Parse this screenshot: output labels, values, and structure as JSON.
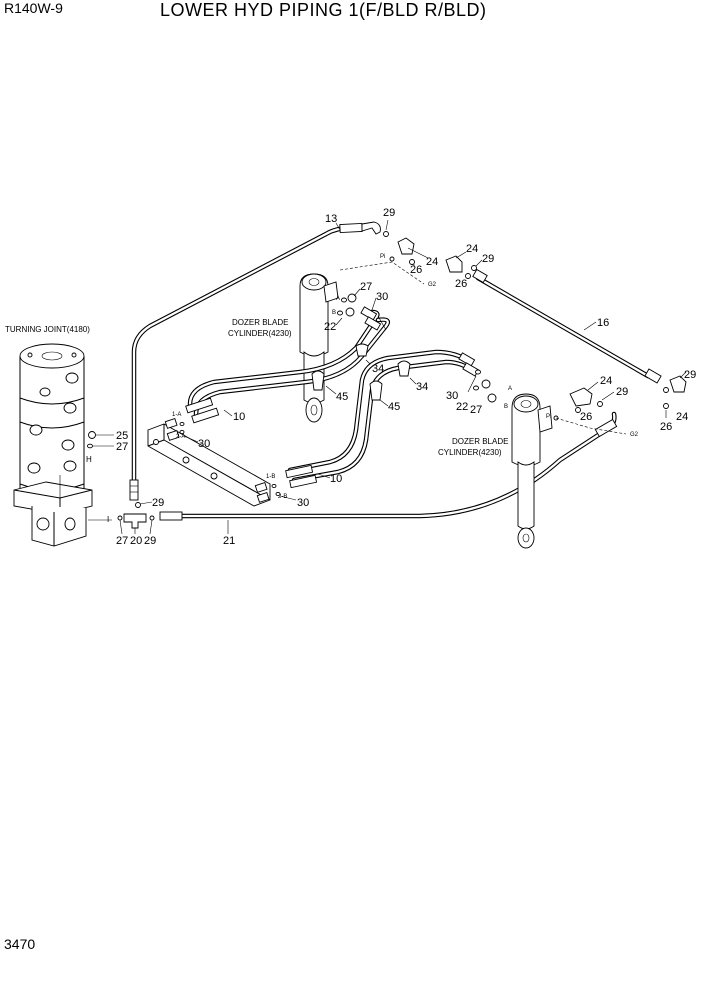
{
  "header": {
    "model": "R140W-9",
    "title": "LOWER HYD PIPING 1(F/BLD R/BLD)"
  },
  "page_number": "3470",
  "components": {
    "turning_joint": "TURNING JOINT(4180)",
    "dozer_cylinder_left": [
      "DOZER BLADE",
      "CYLINDER(4230)"
    ],
    "dozer_cylinder_right": [
      "DOZER BLADE",
      "CYLINDER(4230)"
    ]
  },
  "callouts": {
    "c13": "13",
    "c29a": "29",
    "c24a": "24",
    "c26a": "26",
    "c24b": "24",
    "c29b": "29",
    "c26b": "26",
    "c27a": "27",
    "c30a": "30",
    "c22a": "22",
    "c16": "16",
    "c34a": "34",
    "c45a": "45",
    "c34b": "34",
    "c45b": "45",
    "c10a": "10",
    "c30b": "30",
    "c10b": "10",
    "c30c": "30",
    "c25": "25",
    "c27b": "27",
    "c29c": "29",
    "c27c": "27",
    "c20": "20",
    "c29d": "29",
    "c21": "21",
    "c30d": "30",
    "c22b": "22",
    "c27d": "27",
    "c24c": "24",
    "c29e": "29",
    "c26c": "26",
    "c29f": "29",
    "c24d": "24",
    "c26d": "26"
  },
  "port_labels": {
    "pi_left": "Pi",
    "g2_left": "G2",
    "a_left": "A",
    "b_left": "B",
    "one_a": "1-A",
    "two_a": "2-A",
    "one_b": "1-B",
    "two_b": "2-B",
    "pi_right": "Pi",
    "g2_right": "G2",
    "a_right": "A",
    "b_right": "B",
    "h_port": "H",
    "i_port": "I"
  }
}
